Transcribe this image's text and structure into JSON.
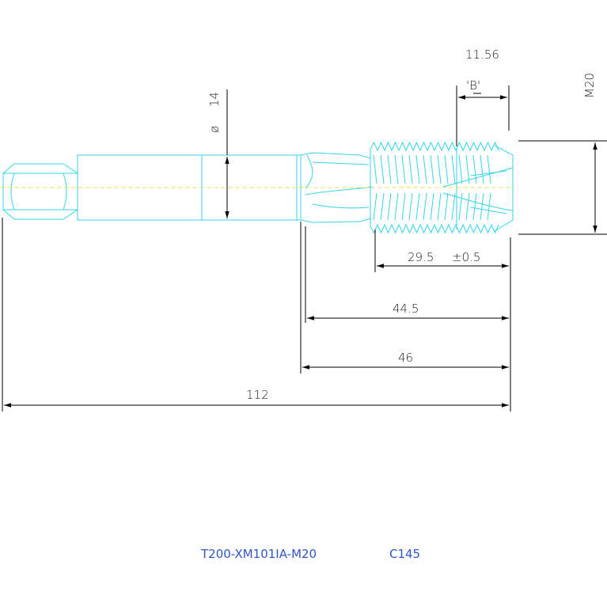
{
  "colors": {
    "part_outline": "#33d6e8",
    "dimension_line": "#000000",
    "center_line": "#e8e060",
    "title_text": "#2f55c8"
  },
  "dimensions": {
    "pitch_b": "11.56",
    "b_label": "'B'",
    "thread_size": "M20",
    "shank_diameter_symbol": "ø",
    "shank_diameter": "14",
    "thread_length": "29.5",
    "thread_tolerance": "±0.5",
    "neck_length": "44.5",
    "body_length": "46",
    "overall_length": "112"
  },
  "title_block": {
    "part_number": "T200-XM101IA-M20",
    "code": "C145"
  }
}
